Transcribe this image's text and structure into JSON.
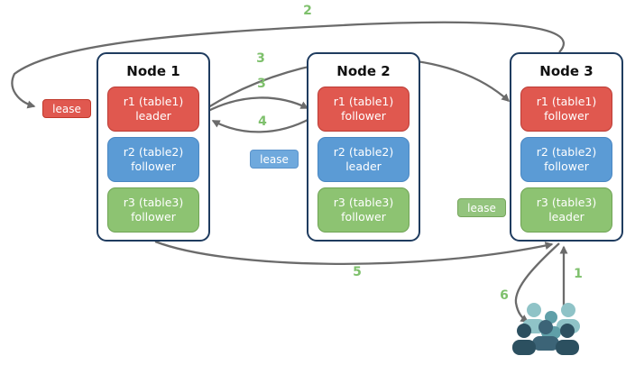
{
  "nodes": [
    {
      "title": "Node 1",
      "replicas": [
        {
          "name": "r1 (table1)",
          "role": "leader",
          "color": "#E0584F"
        },
        {
          "name": "r2 (table2)",
          "role": "follower",
          "color": "#5B9BD5"
        },
        {
          "name": "r3 (table3)",
          "role": "follower",
          "color": "#8DC372"
        }
      ]
    },
    {
      "title": "Node 2",
      "replicas": [
        {
          "name": "r1 (table1)",
          "role": "follower",
          "color": "#E0584F"
        },
        {
          "name": "r2 (table2)",
          "role": "leader",
          "color": "#5B9BD5"
        },
        {
          "name": "r3 (table3)",
          "role": "follower",
          "color": "#8DC372"
        }
      ]
    },
    {
      "title": "Node 3",
      "replicas": [
        {
          "name": "r1 (table1)",
          "role": "follower",
          "color": "#E0584F"
        },
        {
          "name": "r2 (table2)",
          "role": "follower",
          "color": "#5B9BD5"
        },
        {
          "name": "r3 (table3)",
          "role": "leader",
          "color": "#8DC372"
        }
      ]
    }
  ],
  "leases": {
    "red": {
      "label": "lease",
      "color": "#E0584F"
    },
    "blue": {
      "label": "lease",
      "color": "#6FA9DD"
    },
    "green": {
      "label": "lease",
      "color": "#93C47D"
    }
  },
  "steps": {
    "s1": "1",
    "s2": "2",
    "s3a": "3",
    "s3b": "3",
    "s4": "4",
    "s5": "5",
    "s6": "6"
  },
  "colors": {
    "node_border": "#1F3C5F",
    "arrow": "#6B6B6B",
    "step_label": "#7EC06C",
    "users_light": "#8FC3C7",
    "users_mid": "#5F9FA8",
    "users_mid_dark": "#3C6477",
    "users_dark": "#2C5060"
  }
}
